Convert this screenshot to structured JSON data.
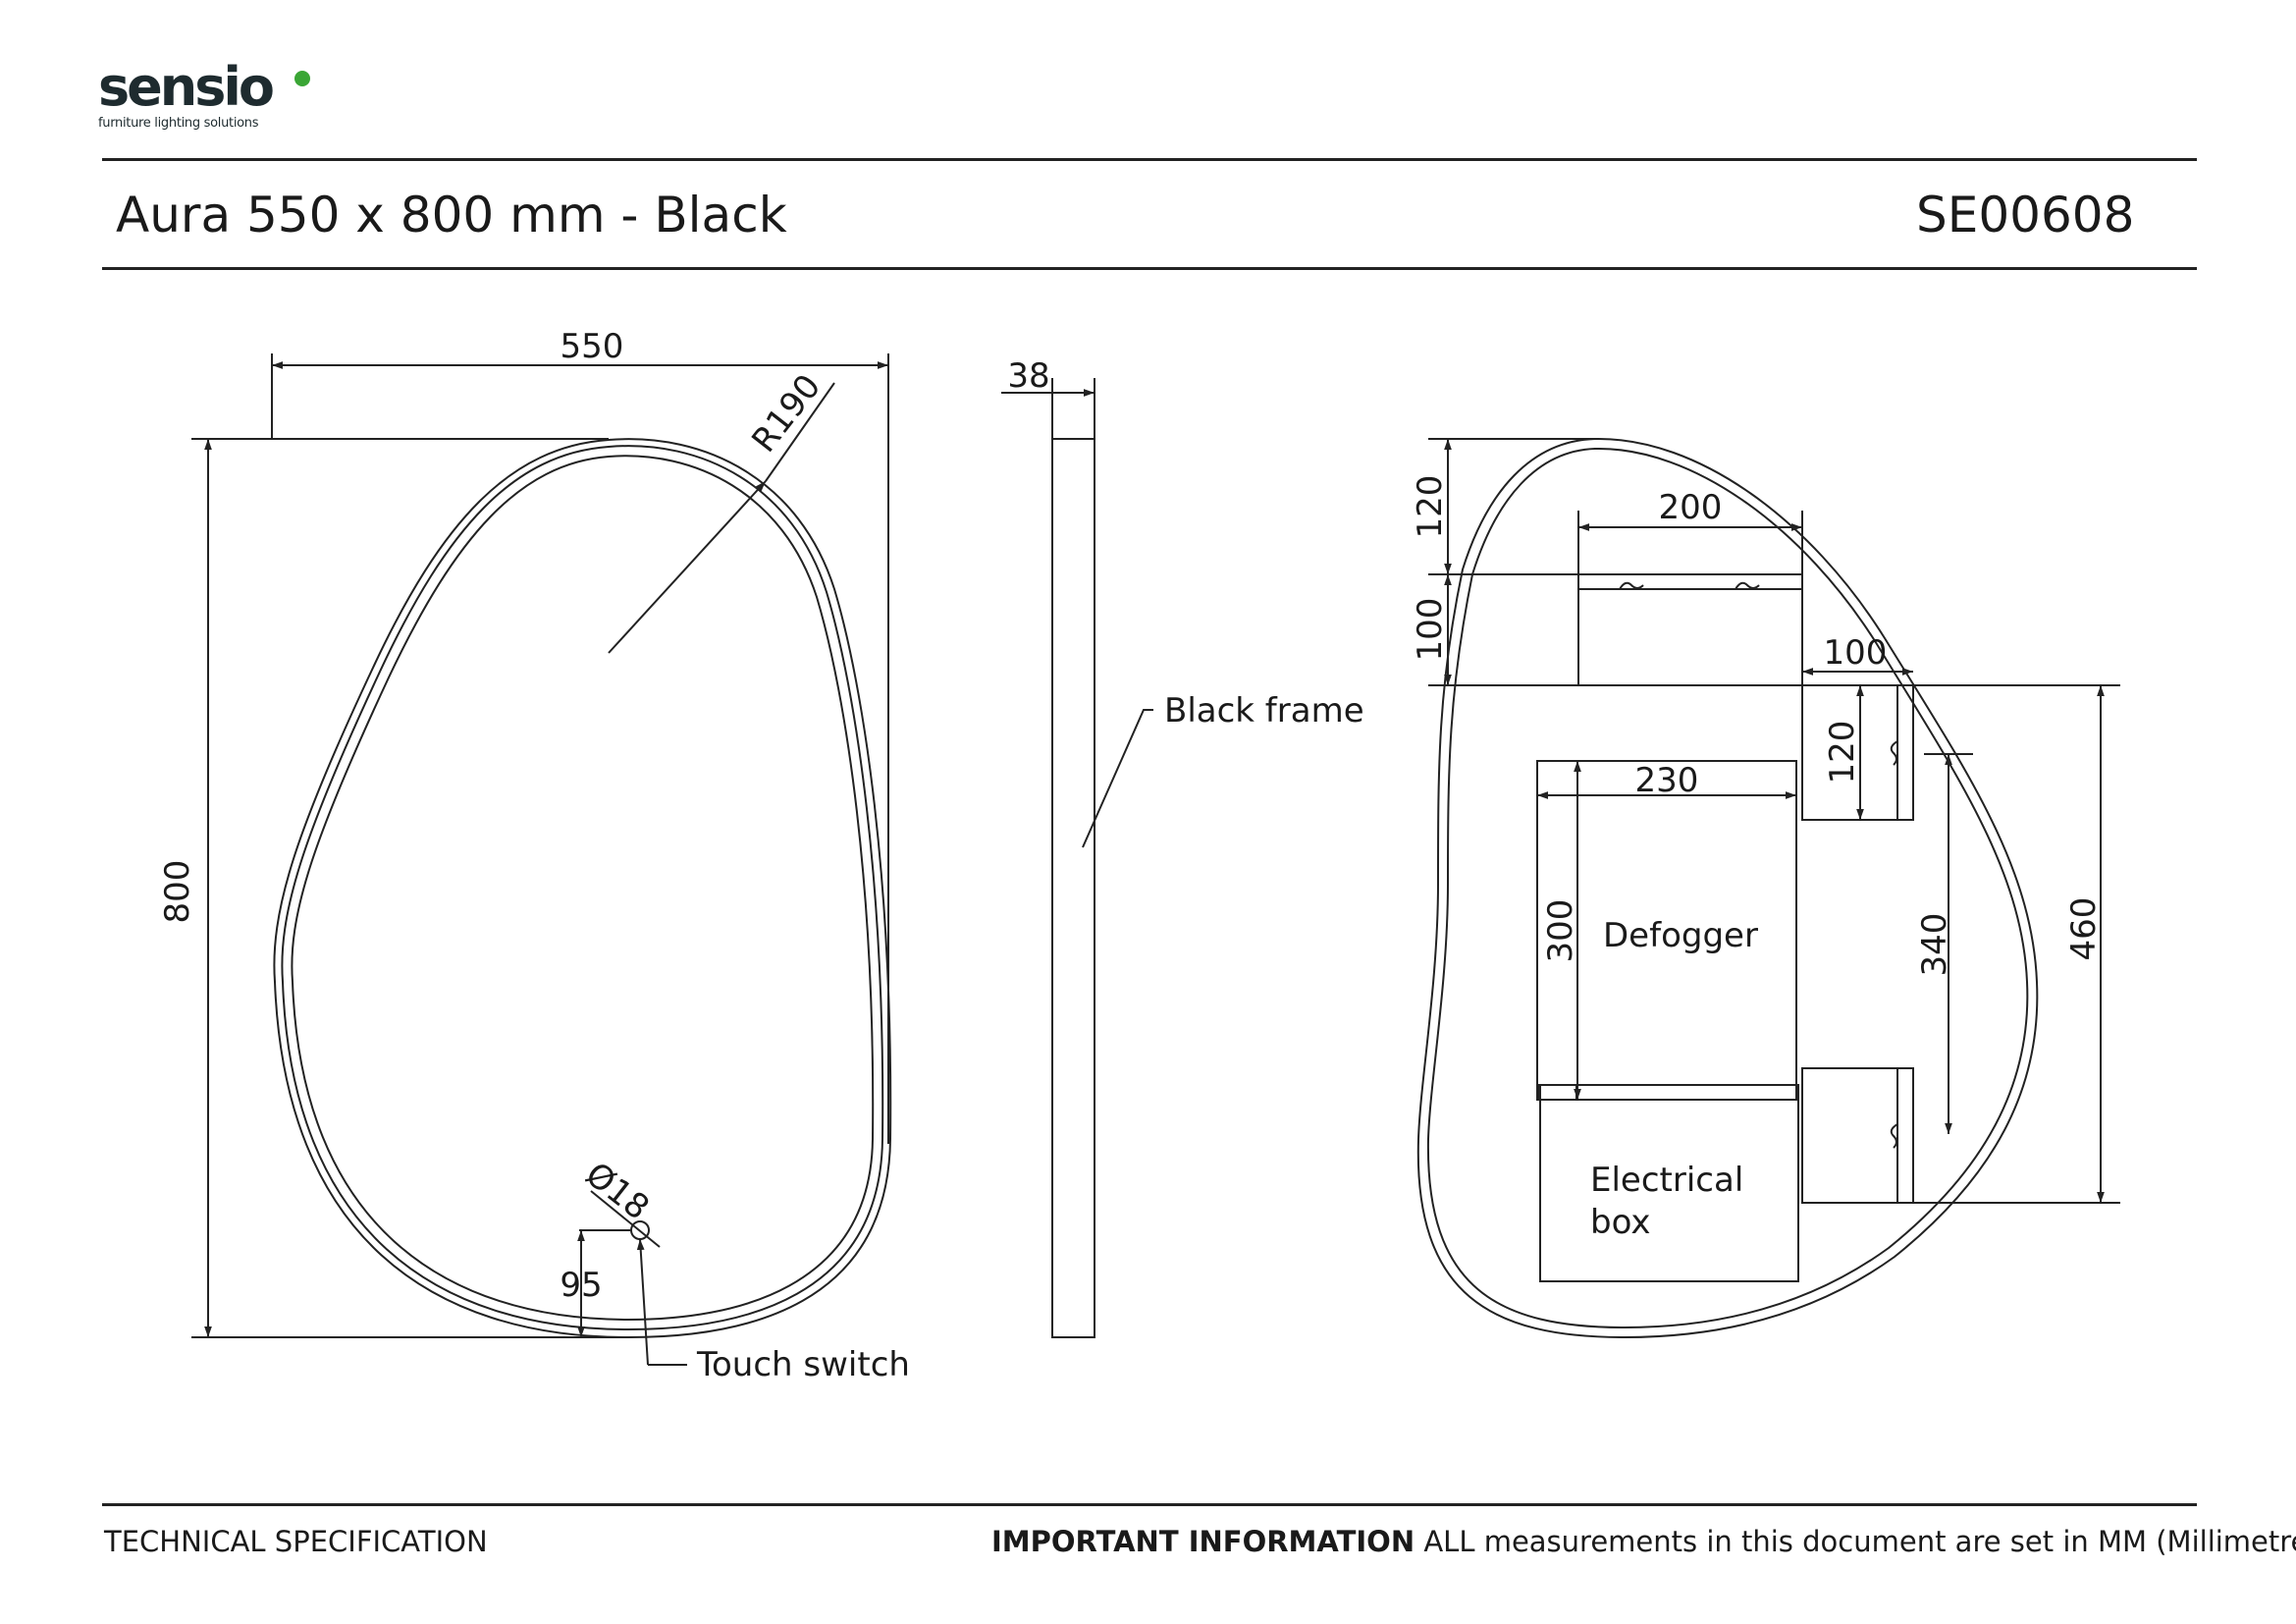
{
  "header": {
    "brand": "sensio",
    "tagline": "furniture lighting solutions",
    "title": "Aura 550 x 800 mm - Black",
    "code": "SE00608"
  },
  "front_view": {
    "width": "550",
    "height": "800",
    "radius": "R190",
    "switch_diameter": "Ø18",
    "switch_offset": "95",
    "switch_label": "Touch switch"
  },
  "side_view": {
    "depth": "38",
    "frame_label": "Black frame"
  },
  "back_view": {
    "top_offset": "120",
    "bracket_height": "100",
    "bracket_width": "200",
    "side_bracket_width": "100",
    "side_bracket_height": "120",
    "defogger_width": "230",
    "defogger_height": "300",
    "side_spacing": "340",
    "side_span": "460",
    "defogger_label": "Defogger",
    "electrical_label_line1": "Electrical",
    "electrical_label_line2": "box"
  },
  "footer": {
    "left": "TECHNICAL SPECIFICATION",
    "important_bold": "IMPORTANT INFORMATION",
    "important_text": " ALL measurements in this document are set in MM (Millimetres)"
  }
}
